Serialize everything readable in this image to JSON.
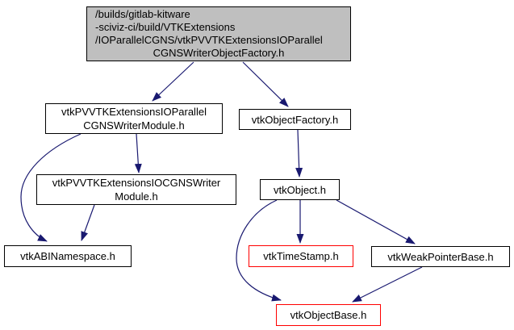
{
  "diagram": {
    "kind": "include-dependency-graph",
    "colors": {
      "edge": "#191970",
      "focus_node_fill": "#bfbfbf",
      "node_fill": "#ffffff",
      "node_border": "#000000",
      "truncated_node_border": "#ff0000",
      "text": "#000000",
      "background": "#ffffff"
    },
    "nodes": {
      "main": {
        "lines": [
          "/builds/gitlab-kitware",
          "-sciviz-ci/build/VTKExtensions",
          "/IOParallelCGNS/vtkPVVTKExtensionsIOParallel",
          "CGNSWriterObjectFactory.h"
        ]
      },
      "io_parallel_cgns_writer_module": {
        "lines": [
          "vtkPVVTKExtensionsIOParallel",
          "CGNSWriterModule.h"
        ]
      },
      "object_factory": {
        "label": "vtkObjectFactory.h"
      },
      "io_cgns_writer_module": {
        "lines": [
          "vtkPVVTKExtensionsIOCGNSWriter",
          "Module.h"
        ]
      },
      "object": {
        "label": "vtkObject.h"
      },
      "abi_namespace": {
        "label": "vtkABINamespace.h"
      },
      "time_stamp": {
        "label": "vtkTimeStamp.h"
      },
      "weak_pointer_base": {
        "label": "vtkWeakPointerBase.h"
      },
      "object_base": {
        "label": "vtkObjectBase.h"
      }
    },
    "edges": [
      {
        "from": "main",
        "to": "io_parallel_cgns_writer_module"
      },
      {
        "from": "main",
        "to": "object_factory"
      },
      {
        "from": "io_parallel_cgns_writer_module",
        "to": "io_cgns_writer_module"
      },
      {
        "from": "io_parallel_cgns_writer_module",
        "to": "abi_namespace"
      },
      {
        "from": "io_cgns_writer_module",
        "to": "abi_namespace"
      },
      {
        "from": "object_factory",
        "to": "object"
      },
      {
        "from": "object",
        "to": "time_stamp"
      },
      {
        "from": "object",
        "to": "weak_pointer_base"
      },
      {
        "from": "object",
        "to": "object_base"
      },
      {
        "from": "weak_pointer_base",
        "to": "object_base"
      }
    ]
  }
}
